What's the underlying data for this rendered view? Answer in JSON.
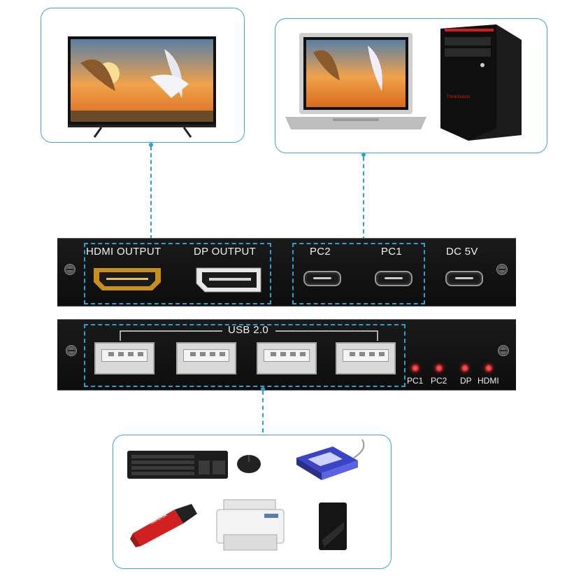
{
  "top_panel": {
    "hdmi_output": "HDMI OUTPUT",
    "dp_output": "DP OUTPUT",
    "pc2": "PC2",
    "pc1": "PC1",
    "dc": "DC 5V"
  },
  "bottom_panel": {
    "usb": "USB 2.0",
    "leds": [
      "PC1",
      "PC2",
      "DP",
      "HDMI"
    ]
  },
  "tower_brand": "ThinkStation",
  "usb_drive_brand": "SanDisk",
  "colors": {
    "accent": "#2f9fd0",
    "panel": "#111111",
    "led": "#ff2a2a",
    "hdmi_gold": "#c8901a"
  }
}
